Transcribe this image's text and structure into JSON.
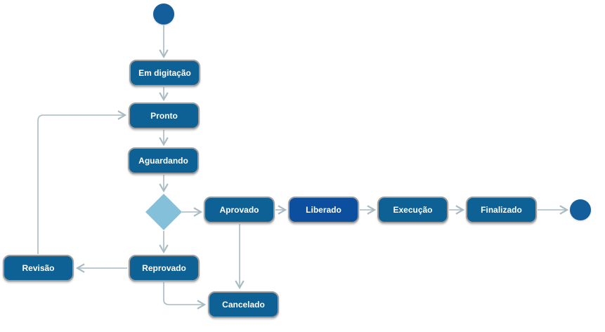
{
  "diagram": {
    "type": "state-flow-diagram",
    "language": "pt-BR",
    "colors": {
      "background": "#FFFFFF",
      "node_fill": "#0E6195",
      "node_fill_highlight": "#0B4F9E",
      "node_border": "#9E9E9E",
      "node_text": "#FFFFFF",
      "decision_fill": "#85C0DB",
      "terminal_fill": "#145F9B",
      "connector": "#A8BBC2"
    },
    "nodes": {
      "start": {
        "kind": "start-circle"
      },
      "em_digitacao": {
        "label": "Em digitação",
        "kind": "state"
      },
      "pronto": {
        "label": "Pronto",
        "kind": "state"
      },
      "aguardando": {
        "label": "Aguardando",
        "kind": "state"
      },
      "decision": {
        "kind": "decision-diamond"
      },
      "aprovado": {
        "label": "Aprovado",
        "kind": "state"
      },
      "liberado": {
        "label": "Liberado",
        "kind": "state",
        "highlighted": true
      },
      "execucao": {
        "label": "Execução",
        "kind": "state"
      },
      "finalizado": {
        "label": "Finalizado",
        "kind": "state"
      },
      "reprovado": {
        "label": "Reprovado",
        "kind": "state"
      },
      "revisao": {
        "label": "Revisão",
        "kind": "state"
      },
      "cancelado": {
        "label": "Cancelado",
        "kind": "state"
      },
      "end": {
        "kind": "end-circle"
      }
    },
    "edges": [
      {
        "from": "start",
        "to": "em_digitacao"
      },
      {
        "from": "em_digitacao",
        "to": "pronto"
      },
      {
        "from": "pronto",
        "to": "aguardando"
      },
      {
        "from": "aguardando",
        "to": "decision"
      },
      {
        "from": "decision",
        "to": "aprovado"
      },
      {
        "from": "aprovado",
        "to": "liberado"
      },
      {
        "from": "liberado",
        "to": "execucao"
      },
      {
        "from": "execucao",
        "to": "finalizado"
      },
      {
        "from": "finalizado",
        "to": "end"
      },
      {
        "from": "decision",
        "to": "reprovado"
      },
      {
        "from": "reprovado",
        "to": "revisao"
      },
      {
        "from": "revisao",
        "to": "pronto"
      },
      {
        "from": "aprovado",
        "to": "cancelado"
      },
      {
        "from": "reprovado",
        "to": "cancelado"
      }
    ]
  }
}
